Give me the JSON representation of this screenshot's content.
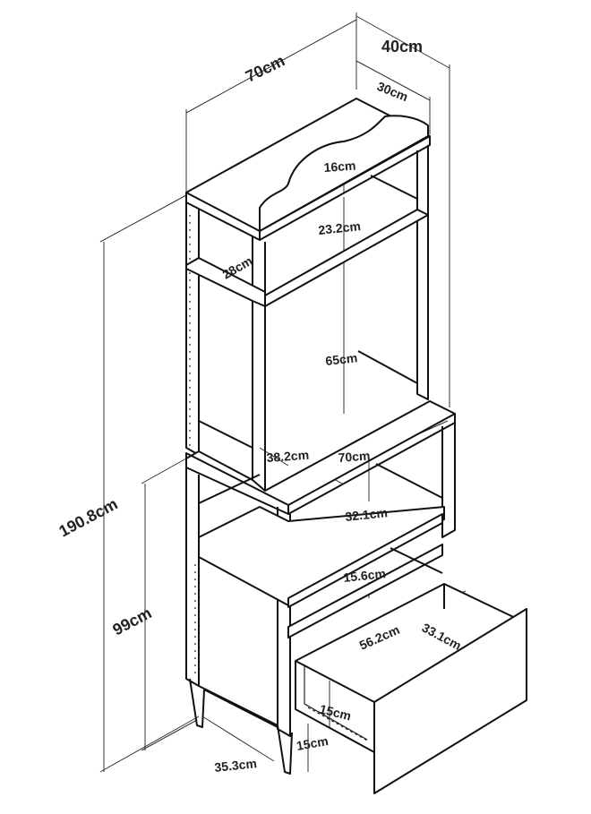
{
  "diagram": {
    "dimensions": {
      "depth_total": "40cm",
      "depth_top": "30cm",
      "width_top": "70cm",
      "height_total": "190.8cm",
      "height_lower": "99cm",
      "arch_height": "16cm",
      "top_shelf_gap": "23.2cm",
      "side_shelf_depth": "28cm",
      "upper_opening": "65cm",
      "counter_depth": "38.2cm",
      "counter_width": "70cm",
      "middle_opening": "32.1cm",
      "drawer_gap": "15.6cm",
      "drawer_width": "56.2cm",
      "drawer_depth": "33.1cm",
      "drawer_height": "15cm",
      "leg_height": "15cm",
      "base_depth": "35.3cm"
    }
  }
}
